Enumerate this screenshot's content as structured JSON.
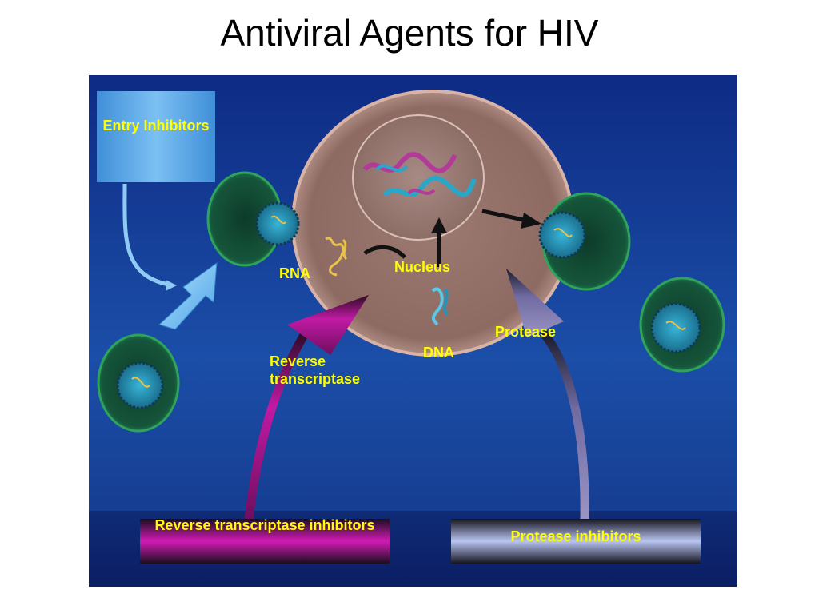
{
  "title": "Antiviral Agents for HIV",
  "labels": {
    "entry_inhibitors": "Entry Inhibitors",
    "rna": "RNA",
    "nucleus": "Nucleus",
    "dna": "DNA",
    "protease": "Protease",
    "reverse_transcriptase": "Reverse transcriptase",
    "rt_inhibitors": "Reverse transcriptase inhibitors",
    "protease_inhibitors": "Protease inhibitors"
  },
  "colors": {
    "background_top": "#0f2f8c",
    "background_bottom": "#1a4fa8",
    "label_text": "#ffff00",
    "cell_membrane": "#9a7468",
    "virus_core": "#1d8ab0",
    "virus_shell": "#1f5f3a",
    "rt_arrow": "#b9169c",
    "protease_arrow": "#8e86b3",
    "entry_box": "#5aa7e6"
  },
  "icons": [
    "virus-particle-icon",
    "rna-strand-icon",
    "dna-strand-icon",
    "arrow-icon"
  ]
}
